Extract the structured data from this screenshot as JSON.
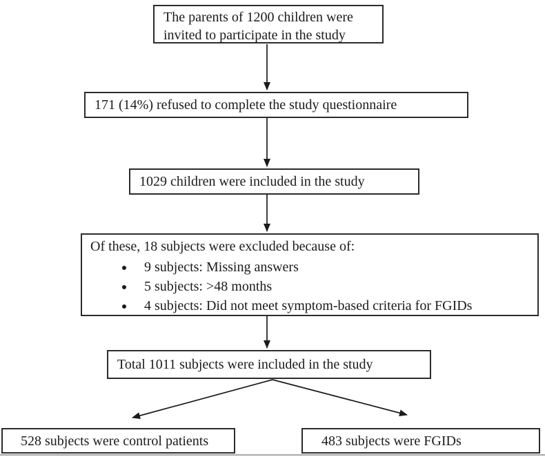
{
  "figure": {
    "background_color": "#ffffff",
    "box_border_color": "#2b2b2b",
    "text_color": "#1b1b1b"
  },
  "flowchart": {
    "invited": {
      "text": "The parents of 1200 children were invited to participate in the study"
    },
    "refused": {
      "text": "171 (14%) refused to complete the study questionnaire"
    },
    "included": {
      "text": "1029 children were included in the study"
    },
    "excluded": {
      "title": "Of these, 18 subjects were excluded because of:",
      "reasons": [
        "9 subjects: Missing answers",
        "5 subjects: >48 months",
        "4 subjects: Did not meet symptom-based criteria for FGIDs"
      ]
    },
    "total": {
      "text": "Total 1011 subjects were included in the study"
    },
    "control": {
      "text": "528 subjects were control patients"
    },
    "fgids": {
      "text": "483 subjects were FGIDs"
    }
  }
}
